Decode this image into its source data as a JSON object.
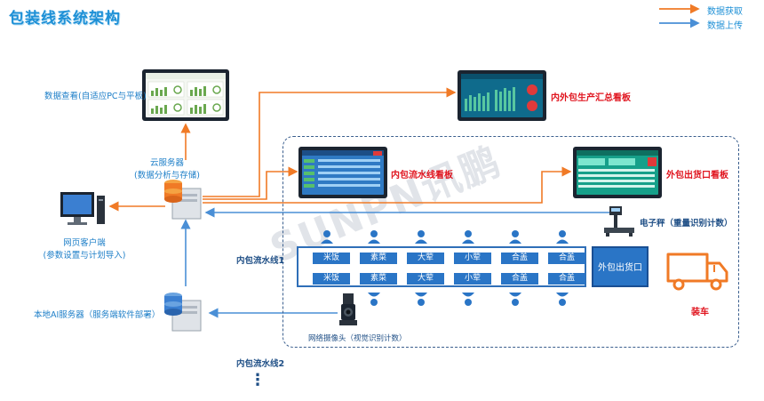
{
  "title": "包装线系统架构",
  "legend": [
    {
      "label": "数据获取",
      "color": "#f07a26"
    },
    {
      "label": "数据上传",
      "color": "#4a8fd6"
    }
  ],
  "nodes": {
    "data_view": "数据查看(自适应PC与平板)",
    "cloud_line1": "云服务器",
    "cloud_line2": "(数据分析与存储)",
    "web_client_line1": "网页客户端",
    "web_client_line2": "(参数设置与计划导入)",
    "local_ai": "本地AI服务器（服务端软件部署）",
    "scale": "电子秤（重量识别计数）",
    "camera": "网络摄像头（视觉识别计数）",
    "loading": "装车"
  },
  "boards": {
    "summary": "内外包生产汇总看板",
    "inner": "内包流水线看板",
    "outer": "外包出货口看板"
  },
  "lines": {
    "line1": "内包流水线1",
    "line2": "内包流水线2",
    "ellipsis": "⋮"
  },
  "stations_top": [
    "米饭",
    "素菜",
    "大荤",
    "小荤",
    "合盖",
    "合盖"
  ],
  "stations_bottom": [
    "米饭",
    "素菜",
    "大荤",
    "小荤",
    "合盖",
    "合盖"
  ],
  "outbound": "外包出货口",
  "watermark": "SUNPN讯鹏",
  "colors": {
    "orange": "#f07a26",
    "blue": "#4a8fd6",
    "accent": "#1e90d6"
  }
}
